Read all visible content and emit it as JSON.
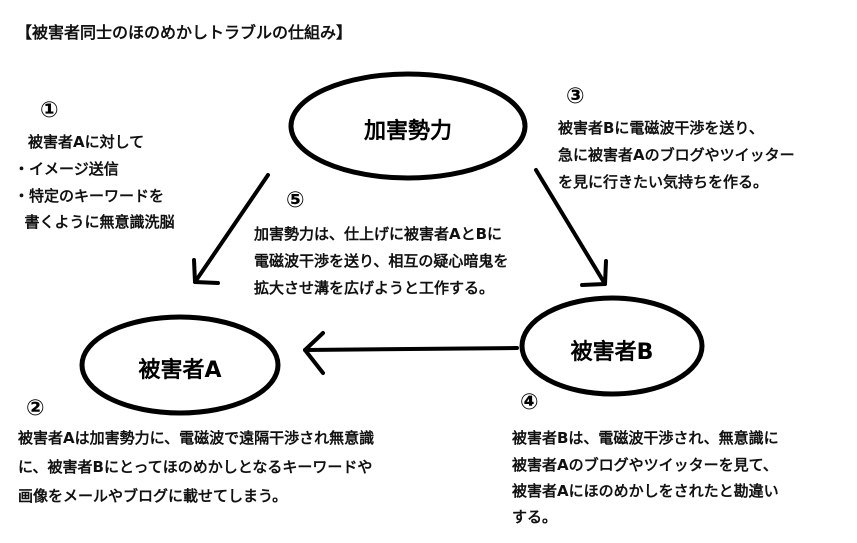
{
  "title": "【被害者同士のほのめかしトラブルの仕組み】",
  "nodes": {
    "power": "加害勢力",
    "victim_a": "被害者A",
    "victim_b": "被害者B"
  },
  "steps": [
    {
      "number": "①",
      "lines": [
        "被害者Aに対して",
        "・イメージ送信",
        "・特定のキーワードを",
        "  書くように無意識洗脳"
      ]
    },
    {
      "number": "②",
      "lines": [
        "被害者Aは加害勢力に、電磁波で遠隔干渉され無意識",
        "に、被害者Bにとってほのめかしとなるキーワードや",
        "画像をメールやブログに載せてしまう。"
      ]
    },
    {
      "number": "③",
      "lines": [
        "被害者Bに電磁波干渉を送り、",
        "急に被害者Aのブログやツイッター",
        "を見に行きたい気持ちを作る。"
      ]
    },
    {
      "number": "④",
      "lines": [
        "被害者Bは、電磁波干渉され、無意識に",
        "被害者Aのブログやツイッターを見て、",
        "被害者Aにほのめかしをされたと勘違い",
        "する。"
      ]
    },
    {
      "number": "⑤",
      "lines": [
        "加害勢力は、仕上げに被害者AとBに",
        "電磁波干渉を送り、相互の疑心暗鬼を",
        "拡大させ溝を広げようと工作する。"
      ]
    }
  ]
}
